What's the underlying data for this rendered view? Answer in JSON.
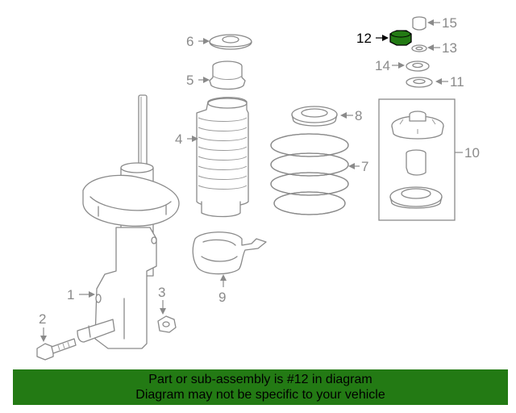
{
  "diagram": {
    "highlight_color": "#237a14",
    "callouts": [
      {
        "id": "1",
        "label": "1"
      },
      {
        "id": "2",
        "label": "2"
      },
      {
        "id": "3",
        "label": "3"
      },
      {
        "id": "4",
        "label": "4"
      },
      {
        "id": "5",
        "label": "5"
      },
      {
        "id": "6",
        "label": "6"
      },
      {
        "id": "7",
        "label": "7"
      },
      {
        "id": "8",
        "label": "8"
      },
      {
        "id": "9",
        "label": "9"
      },
      {
        "id": "10",
        "label": "10"
      },
      {
        "id": "11",
        "label": "11"
      },
      {
        "id": "12",
        "label": "12",
        "highlighted": true
      },
      {
        "id": "13",
        "label": "13"
      },
      {
        "id": "14",
        "label": "14"
      },
      {
        "id": "15",
        "label": "15"
      }
    ]
  },
  "banner": {
    "line1": "Part or sub-assembly is #12 in diagram",
    "line2": "Diagram may not be specific to your vehicle",
    "background": "#237a14"
  }
}
